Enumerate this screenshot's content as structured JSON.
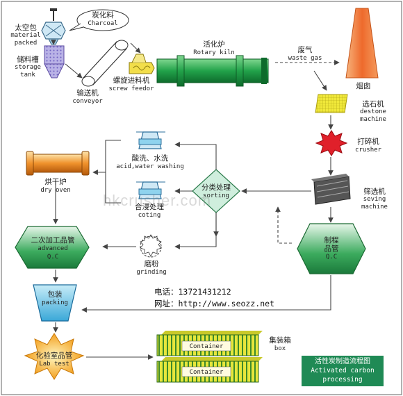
{
  "labels": {
    "material_packed": {
      "cn": "太空包",
      "en": "material packed"
    },
    "charcoal": {
      "cn": "炭化料",
      "en": "Charcoal"
    },
    "storage_tank": {
      "cn": "储料槽",
      "en": "storage tank"
    },
    "conveyor": {
      "cn": "输送机",
      "en": "conveyor"
    },
    "screw_feeder": {
      "cn": "螺旋进料机",
      "en": "screw feedor"
    },
    "rotary_kiln": {
      "cn": "活化炉",
      "en": "Rotary kiln"
    },
    "waste_gas": {
      "cn": "废气",
      "en": "waste gas"
    },
    "chimney": {
      "cn": "烟囱",
      "en": ""
    },
    "destone": {
      "cn": "选石机",
      "en": "destone machine"
    },
    "crusher": {
      "cn": "打碎机",
      "en": "crusher"
    },
    "seving": {
      "cn": "筛选机",
      "en": "seving machine"
    },
    "acid_wash": {
      "cn": "酸洗、水洗",
      "en": "acid,water washing"
    },
    "coting": {
      "cn": "合浸处理",
      "en": "coting"
    },
    "sorting": {
      "cn": "分类处理",
      "en": "sorting"
    },
    "dry_oven": {
      "cn": "烘干炉",
      "en": "dry oven"
    },
    "advanced_qc": {
      "cn": "二次加工品管",
      "en1": "advanced",
      "en2": "Q.C"
    },
    "process_qc": {
      "cn1": "制程",
      "cn2": "品管",
      "en": "Q.C"
    },
    "grinding": {
      "cn": "磨粉",
      "en": "grinding"
    },
    "packing": {
      "cn": "包装",
      "en": "packing"
    },
    "lab_test": {
      "cn": "化验室品管",
      "en": "Lab test"
    },
    "box": {
      "cn": "集装箱",
      "en": "box"
    },
    "container": "Container"
  },
  "contact": {
    "phone": "电话：13721431212",
    "web": "网址：http://www.seozz.net"
  },
  "watermark": "hkcrusher.com",
  "title_box": {
    "cn": "活性炭制造流程图",
    "en1": "Activated carbon",
    "en2": "processing"
  },
  "colors": {
    "green": "#1f8a55",
    "blue": "#8fd3ee",
    "yellow": "#e6e63c",
    "orange": "#f07a3a",
    "red": "#e0202a",
    "gray": "#555555"
  }
}
